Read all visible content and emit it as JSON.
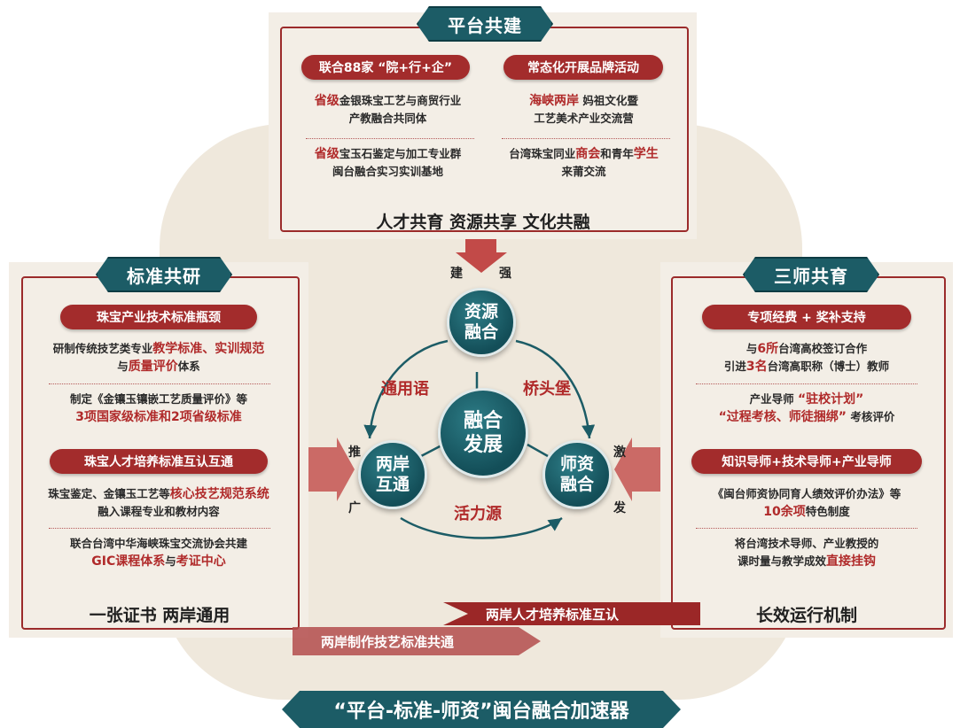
{
  "colors": {
    "teal": "#1c5c66",
    "red": "#a32c2c",
    "cream": "#f3eee6"
  },
  "top": {
    "title": "平台共建",
    "left_pill": "联合88家 “院+行+企”",
    "right_pill": "常态化开展品牌活动",
    "l1a": "省级",
    "l1b": "金银珠宝工艺与商贸行业",
    "l2": "产教融合共同体",
    "l3a": "省级",
    "l3b": "宝玉石鉴定与加工专业群",
    "l4": "闽台融合实习实训基地",
    "r1a": "海峡两岸",
    "r1b": " 妈祖文化暨",
    "r2": "工艺美术产业交流营",
    "r3a": "台湾珠宝同业",
    "r3b": "商会",
    "r3c": "和青年",
    "r3d": "学生",
    "r4": "来莆交流",
    "footer": "人才共育 资源共享 文化共融"
  },
  "left": {
    "title": "标准共研",
    "pill1": "珠宝产业技术标准瓶颈",
    "p1a": "研制传统技艺类专业",
    "p1b": "教学标准、实训规范",
    "p1c": "与",
    "p1d": "质量评价",
    "p1e": "体系",
    "p2a": "制定《金镶玉镶嵌工艺质量评价》等",
    "p2b": "3项国家级标准和2项省级标准",
    "pill2": "珠宝人才培养标准互认互通",
    "p3a": "珠宝鉴定、金镶玉工艺等",
    "p3b": "核心技艺规范系统",
    "p3c": "融入课程专业和教材内容",
    "p4a": "联合台湾中华海峡珠宝交流协会共建",
    "p4b": "GIC课程体系",
    "p4c": "与",
    "p4d": "考证中心",
    "footer": "一张证书 两岸通用"
  },
  "right": {
    "title": "三师共育",
    "pill1": "专项经费 + 奖补支持",
    "q1a": "与",
    "q1b": "6所",
    "q1c": "台湾高校签订合作",
    "q2a": "引进",
    "q2b": "3名",
    "q2c": "台湾高职称（博士）教师",
    "q3a": "产业导师 ",
    "q3b": "“驻校计划”",
    "q4a": "“过程考核、师徒捆绑”",
    "q4b": " 考核评价",
    "pill2": "知识导师+技术导师+产业导师",
    "q5": "《闽台师资协同育人绩效评价办法》等",
    "q6a": "10余项",
    "q6b": "特色制度",
    "q7": "将台湾技术导师、产业教授的",
    "q8a": "课时量与教学成效",
    "q8b": "直接挂钩",
    "footer": "长效运行机制"
  },
  "center": {
    "top_circle": "资源\n融合",
    "center_circle": "融合\n发展",
    "left_circle": "两岸\n互通",
    "right_circle": "师资\n融合",
    "jian": "建",
    "qiang": "强",
    "tui": "推",
    "guang": "广",
    "ji": "激",
    "fa": "发",
    "tongyongyu": "通用语",
    "qiaotoubao": "桥头堡",
    "huoliyuan": "活力源"
  },
  "arrows": {
    "upper": "两岸人才培养标准互认",
    "lower": "两岸制作技艺标准共通"
  },
  "banner": "“平台-标准-师资”闽台融合加速器"
}
